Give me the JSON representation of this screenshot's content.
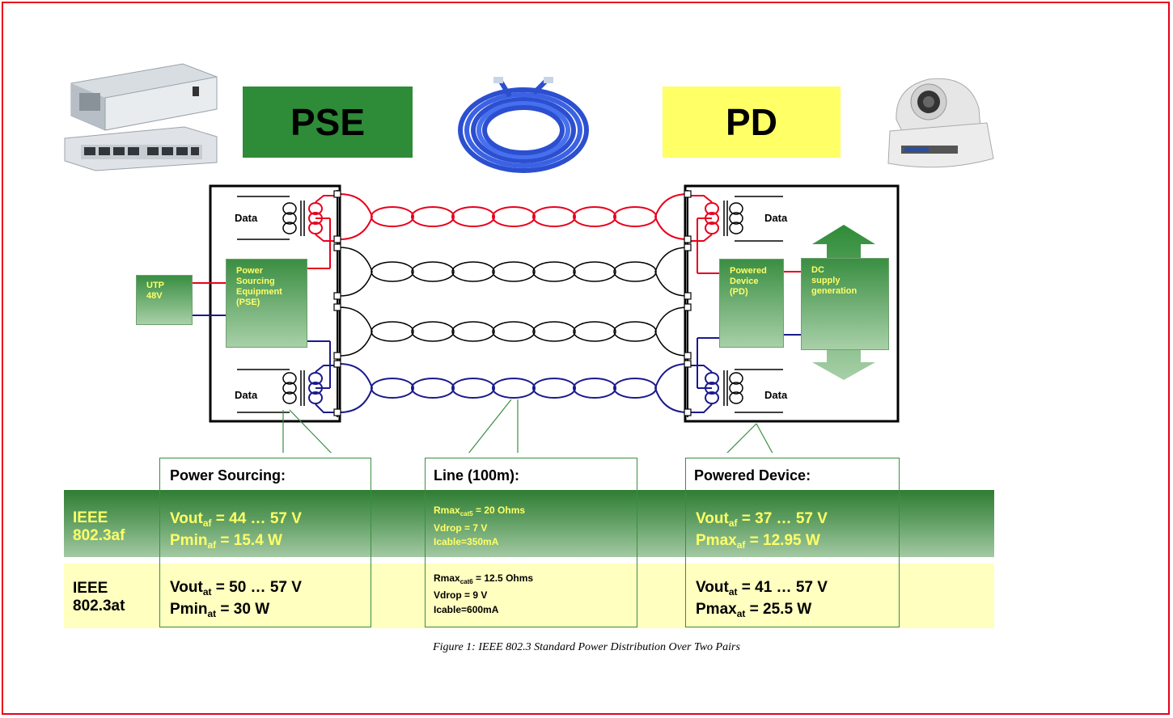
{
  "labels": {
    "pse": "PSE",
    "pd": "PD",
    "utp": "UTP\n48V",
    "pse_box": "Power\nSourcing\nEquipment\n(PSE)",
    "pd_box": "Powered\nDevice\n(PD)",
    "dc_supply": "DC\nsupply\ngeneration",
    "data": "Data"
  },
  "sections": {
    "power_sourcing": "Power Sourcing:",
    "line": "Line (100m):",
    "powered_device": "Powered Device:"
  },
  "rows": {
    "af": {
      "standard": "IEEE\n802.3af",
      "pse_vout": "Vout",
      "pse_vout_sub": "af",
      "pse_vout_val": " = 44 … 57 V",
      "pse_p": "Pmin",
      "pse_p_sub": "af",
      "pse_p_val": " = 15.4 W",
      "line_r": "Rmax",
      "line_r_sub": "cat5",
      "line_r_val": " = 20 Ohms",
      "line_vdrop": "Vdrop = 7 V",
      "line_icable": "Icable=350mA",
      "pd_vout": "Vout",
      "pd_vout_sub": "af",
      "pd_vout_val": " = 37 … 57 V",
      "pd_p": "Pmax",
      "pd_p_sub": "af",
      "pd_p_val": " = 12.95 W"
    },
    "at": {
      "standard": "IEEE\n802.3at",
      "pse_vout": "Vout",
      "pse_vout_sub": "at",
      "pse_vout_val": " = 50 … 57 V",
      "pse_p": "Pmin",
      "pse_p_sub": "at",
      "pse_p_val": " = 30 W",
      "line_r": "Rmax",
      "line_r_sub": "cat6",
      "line_r_val": " = 12.5 Ohms",
      "line_vdrop": "Vdrop = 9 V",
      "line_icable": "Icable=600mA",
      "pd_vout": "Vout",
      "pd_vout_sub": "at",
      "pd_vout_val": " = 41 … 57 V",
      "pd_p": "Pmax",
      "pd_p_sub": "at",
      "pd_p_val": " = 25.5 W"
    }
  },
  "caption": "Figure 1: IEEE 802.3 Standard Power Distribution Over Two Pairs",
  "colors": {
    "pse_green": "#2e8b37",
    "pd_yellow": "#ffff66",
    "power_pos": "#e8001c",
    "power_neg": "#1a1a8c",
    "cable_blue": "#2c4fd0",
    "frame_red": "#e8001c"
  },
  "icons": [
    "network-switch-image",
    "ethernet-cable-image",
    "ip-camera-image"
  ]
}
